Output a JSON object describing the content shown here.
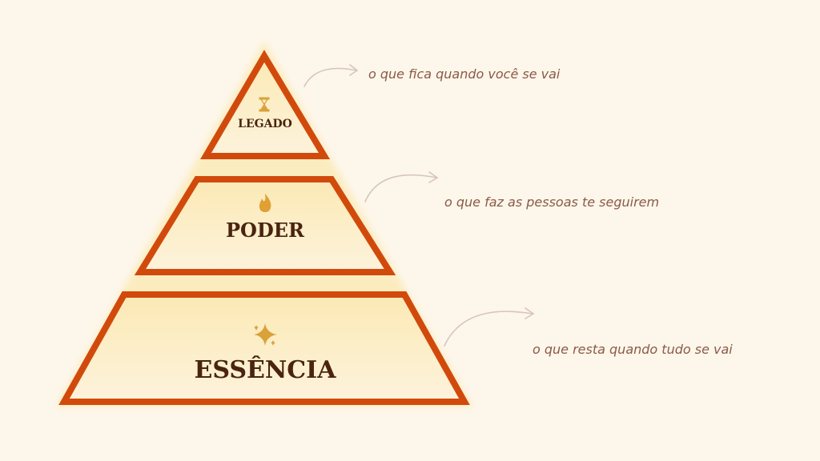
{
  "levels": [
    {
      "label": "LEGADO",
      "icon": "hourglass-icon",
      "note": "o que fica quando você se vai"
    },
    {
      "label": "PODER",
      "icon": "flame-icon",
      "note": "o que faz as pessoas te seguirem"
    },
    {
      "label": "ESSÊNCIA",
      "icon": "sparkle-icon",
      "note": "o que resta quando tudo se vai"
    }
  ],
  "colors": {
    "background": "#fdf6ea",
    "outline": "#d14a0c",
    "fill": "#fcefc4",
    "text": "#4a2410",
    "note": "#8a5a48",
    "icon": "#d9a23a"
  }
}
